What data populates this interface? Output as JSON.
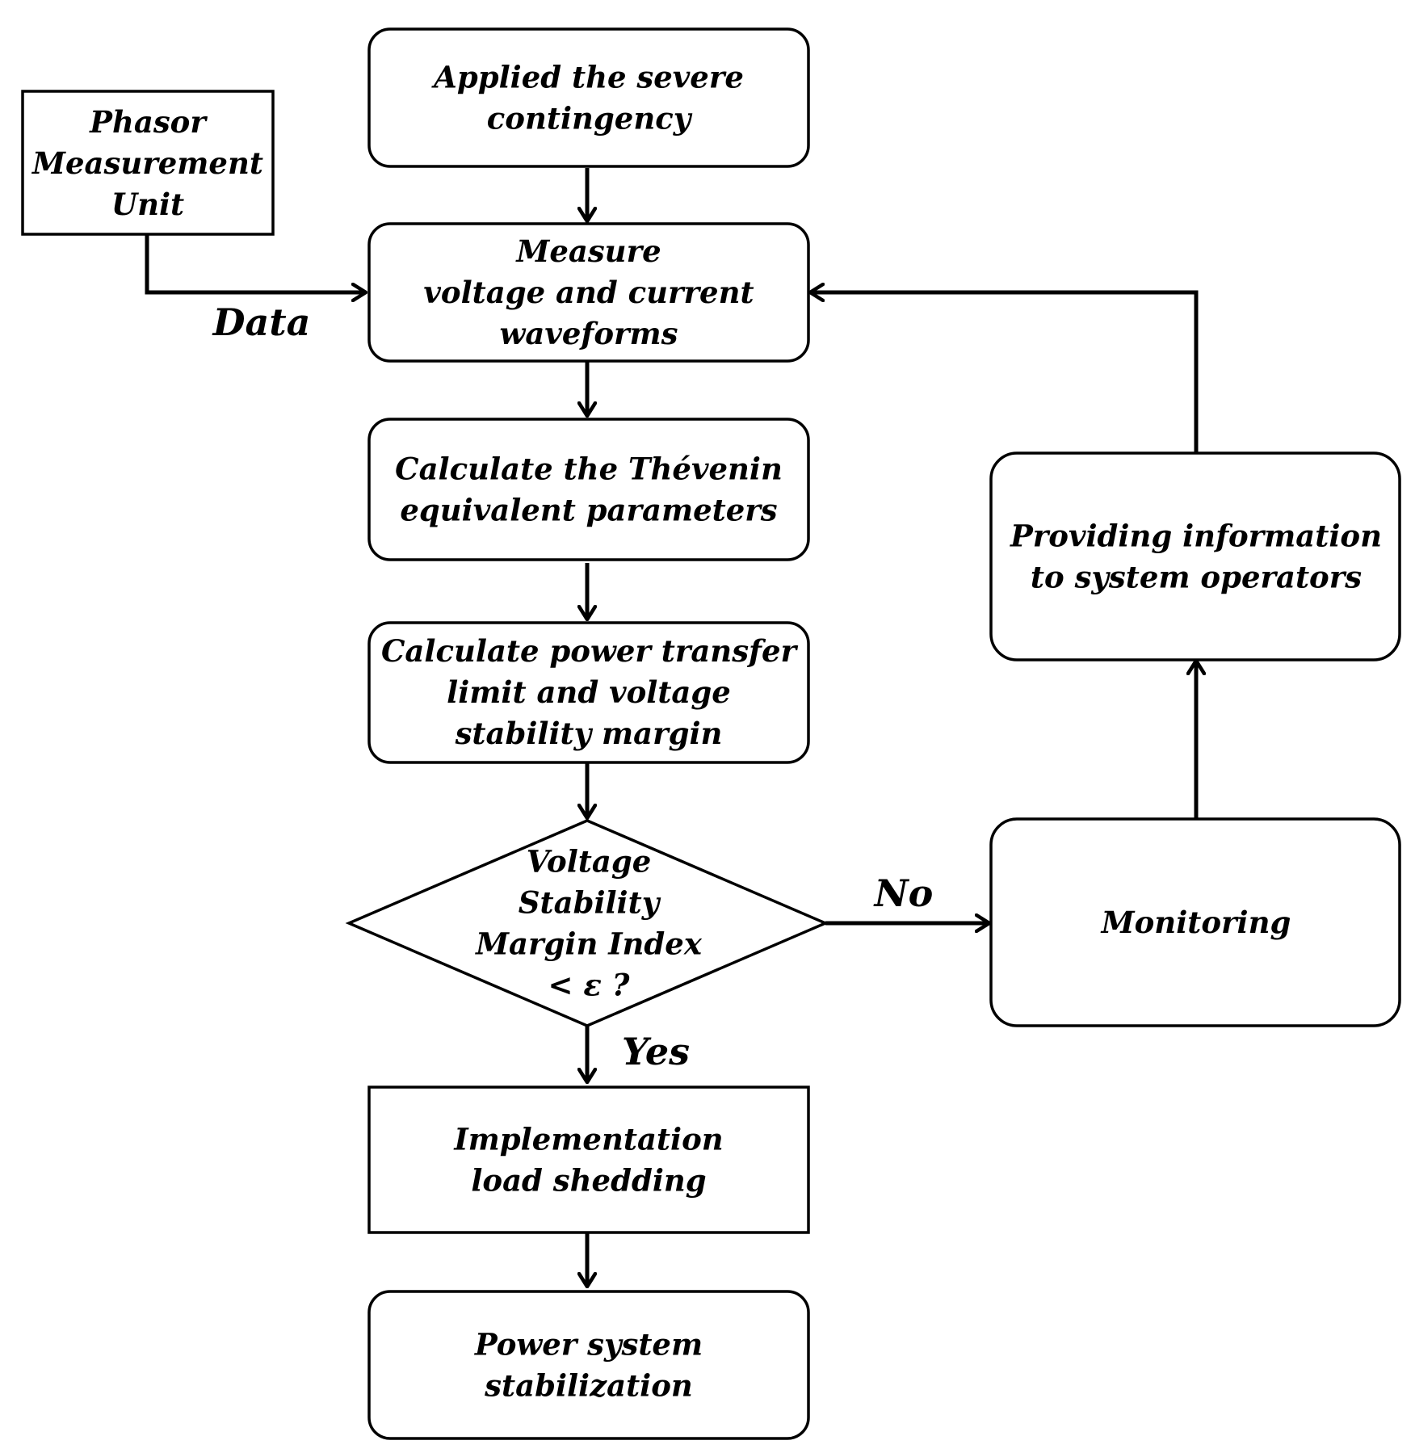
{
  "nodes": {
    "pmu": {
      "lines": [
        "Phasor",
        "Measurement",
        "Unit"
      ]
    },
    "contingency": {
      "lines": [
        "Applied the severe",
        "contingency"
      ]
    },
    "measure": {
      "lines": [
        "Measure",
        "voltage and current",
        "waveforms"
      ]
    },
    "thevenin": {
      "lines": [
        "Calculate the Thévenin",
        "equivalent parameters"
      ]
    },
    "power_transfer": {
      "lines": [
        "Calculate power transfer",
        "limit and voltage",
        "stability margin"
      ]
    },
    "decision": {
      "lines": [
        "Voltage",
        "Stability",
        "Margin Index",
        "< ε ?"
      ]
    },
    "load_shedding": {
      "lines": [
        "Implementation",
        "load shedding"
      ]
    },
    "stabilization": {
      "lines": [
        "Power system",
        "stabilization"
      ]
    },
    "monitoring": {
      "lines": [
        "Monitoring"
      ]
    },
    "providing": {
      "lines": [
        "Providing information",
        "to system operators"
      ]
    }
  },
  "edge_labels": {
    "data": "Data",
    "no": "No",
    "yes": "Yes"
  }
}
